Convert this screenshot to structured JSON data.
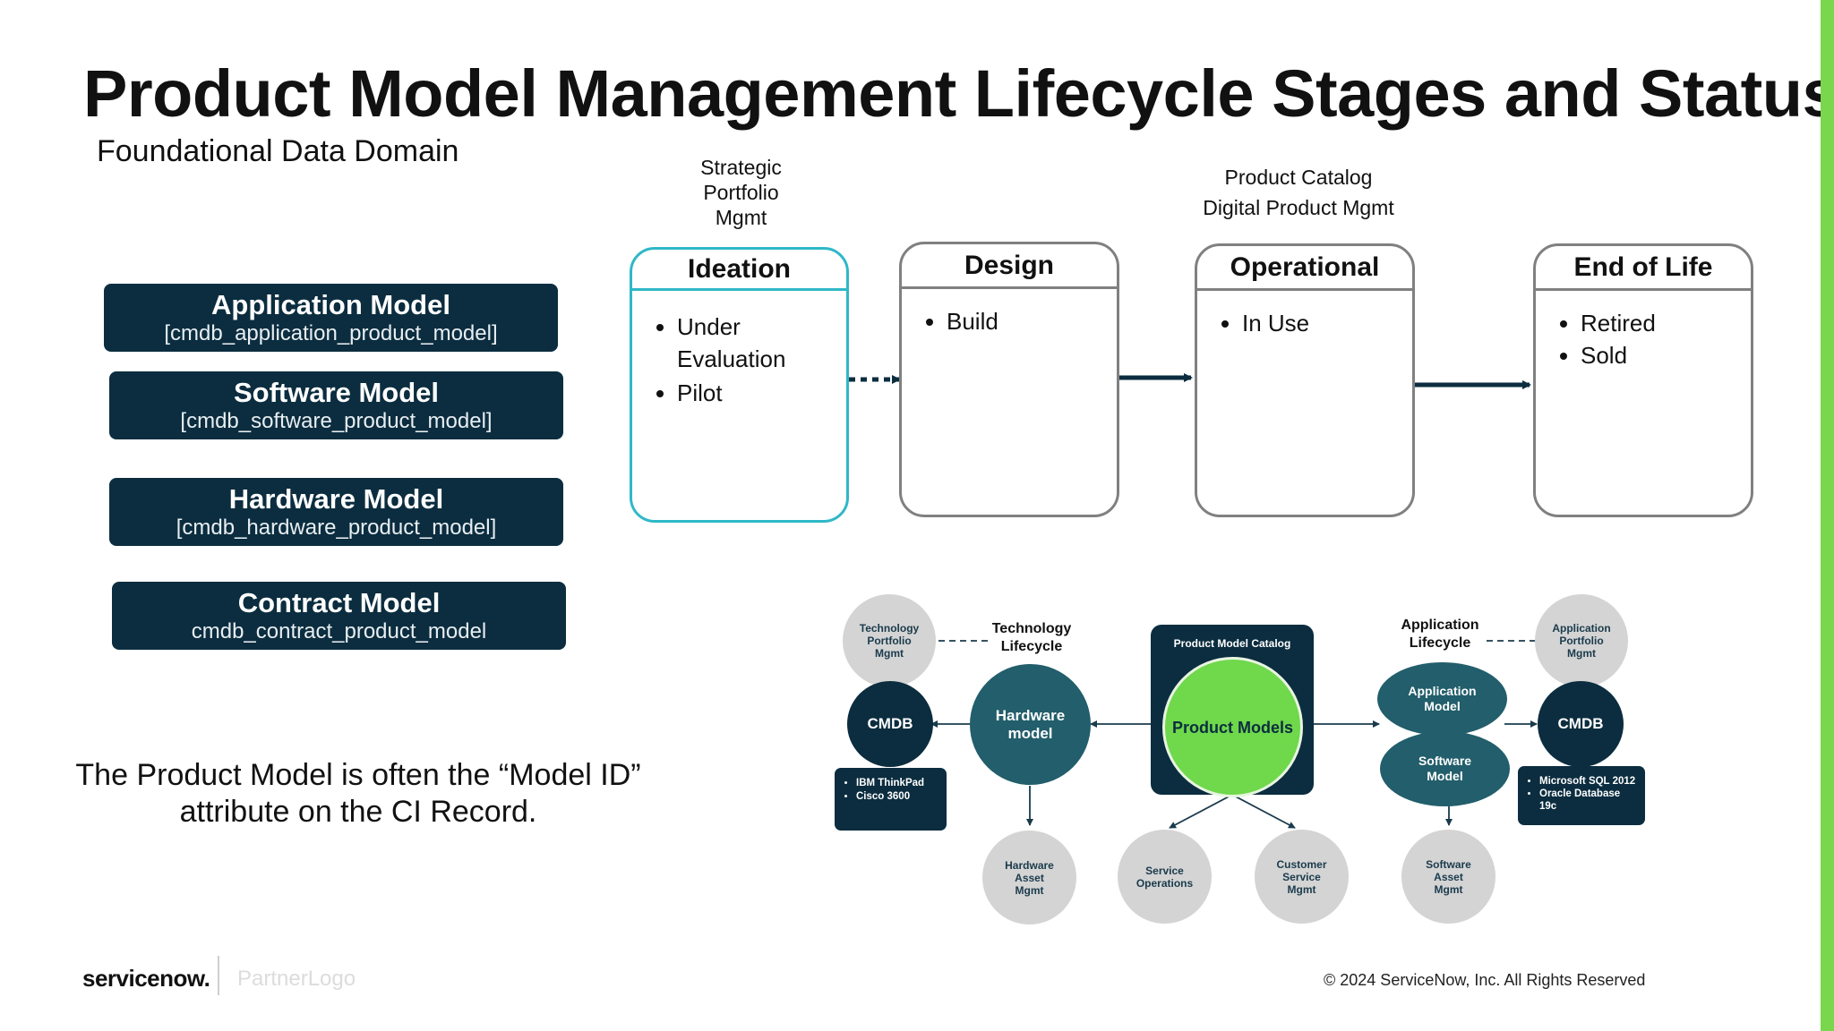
{
  "title": "Product Model Management Lifecycle Stages and Status",
  "subtitle": "Foundational Data Domain",
  "models": [
    {
      "name": "Application Model",
      "table": "[cmdb_application_product_model]"
    },
    {
      "name": "Software Model",
      "table": "[cmdb_software_product_model]"
    },
    {
      "name": "Hardware Model",
      "table": "[cmdb_hardware_product_model]"
    },
    {
      "name": "Contract Model",
      "table": "cmdb_contract_product_model"
    }
  ],
  "note": "The Product Model is often the “Model ID” attribute on the CI Record.",
  "top_labels": {
    "strategic": "Strategic Portfolio Mgmt",
    "product_catalog": "Product Catalog",
    "digital_product": "Digital Product Mgmt"
  },
  "stages": [
    {
      "name": "Ideation",
      "statuses": [
        "Under Evaluation",
        "Pilot"
      ]
    },
    {
      "name": "Design",
      "statuses": [
        "Build"
      ]
    },
    {
      "name": "Operational",
      "statuses": [
        "In Use"
      ]
    },
    {
      "name": "End of Life",
      "statuses": [
        "Retired",
        "Sold"
      ]
    }
  ],
  "diagram": {
    "catalog_title": "Product Model Catalog",
    "center": "Product Models",
    "tech_portfolio": "Technology Portfolio Mgmt",
    "tech_lifecycle": "Technology Lifecycle",
    "cmdb_left": "CMDB",
    "hardware_model": "Hardware model",
    "left_ci_items": [
      "IBM ThinkPad",
      "Cisco 3600"
    ],
    "hardware_asset": "Hardware Asset Mgmt",
    "service_ops": "Service Operations",
    "customer_service": "Customer Service Mgmt",
    "app_lifecycle": "Application Lifecycle",
    "app_portfolio": "Application Portfolio Mgmt",
    "app_model": "Application Model",
    "software_model": "Software Model",
    "cmdb_right": "CMDB",
    "right_ci_items": [
      "Microsoft SQL 2012",
      "Oracle Database 19c"
    ],
    "software_asset": "Software Asset Mgmt"
  },
  "footer": {
    "logo": "servicenow.",
    "partner": "PartnerLogo",
    "copyright": "© 2024 ServiceNow, Inc. All Rights Reserved"
  },
  "colors": {
    "navy": "#0b2d3f",
    "teal": "#225e6b",
    "green": "#6fd84b",
    "ideation_border": "#2fb8c8",
    "stage_border": "#808080",
    "grey_circle": "#d4d4d4"
  }
}
